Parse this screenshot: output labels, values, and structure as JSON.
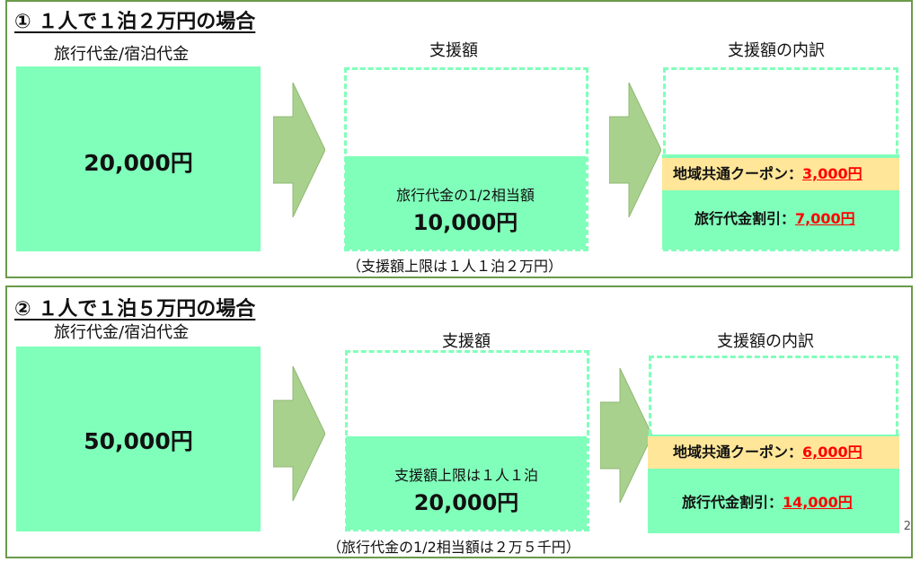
{
  "sections": [
    {
      "title": "① １人で１泊２万円の場合",
      "price_label": "旅行代金/宿泊代金",
      "price_value": "20,000円",
      "support_label": "支援額",
      "support_desc": "旅行代金の1/2相当額",
      "support_value": "10,000円",
      "support_note": "（支援額上限は１人１泊２万円）",
      "breakdown_label": "支援額の内訳",
      "coupon_label": "地域共通クーポン：",
      "coupon_value": "3,000円",
      "discount_label": "旅行代金割引：",
      "discount_value": "7,000円"
    },
    {
      "title": "② １人で１泊５万円の場合",
      "price_label": "旅行代金/宿泊代金",
      "price_value": "50,000円",
      "support_label": "支援額",
      "support_desc": "支援額上限は１人１泊",
      "support_value": "20,000円",
      "support_note": "（旅行代金の1/2相当額は２万５千円）",
      "breakdown_label": "支援額の内訳",
      "coupon_label": "地域共通クーポン：",
      "coupon_value": "6,000円",
      "discount_label": "旅行代金割引：",
      "discount_value": "14,000円"
    }
  ],
  "page_number": "2",
  "colors": {
    "green_fill": "#80ffba",
    "arrow_fill": "#a9d18e",
    "coupon_fill": "#ffe699",
    "emphasis_red": "#ff0000",
    "border": "#6a9a4a"
  },
  "icons": [
    "right-arrow-icon"
  ]
}
